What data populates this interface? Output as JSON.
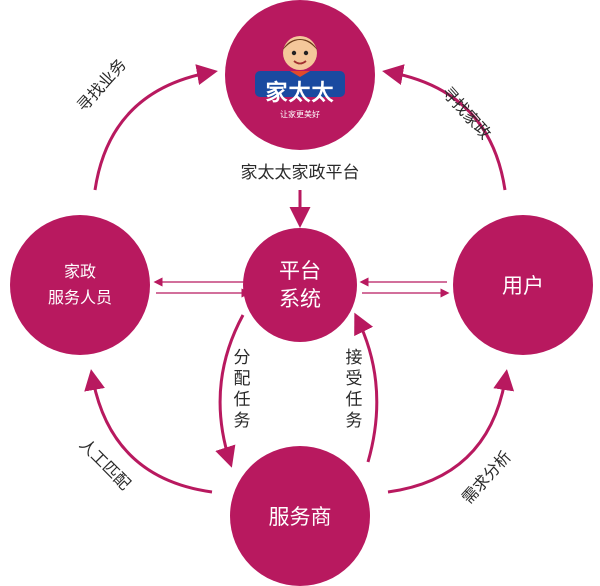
{
  "colors": {
    "node": "#b8195f",
    "arrow": "#b8195f",
    "text": "#2a2a2a"
  },
  "logo": {
    "icon": "mascot-logo-icon",
    "brand": "家太太",
    "slogan": "让家更美好"
  },
  "nodes": {
    "platform_caption": "家太太家政平台",
    "center": {
      "line1": "平台",
      "line2": "系统"
    },
    "left": {
      "line1": "家政",
      "line2": "服务人员"
    },
    "right": "用户",
    "bottom": "服务商"
  },
  "edges": {
    "top_left": "寻找业务",
    "top_right": "寻找家政",
    "bottom_left": "人工匹配",
    "bottom_right": "需求分析",
    "assign": "分配任务",
    "accept": "接受任务"
  }
}
